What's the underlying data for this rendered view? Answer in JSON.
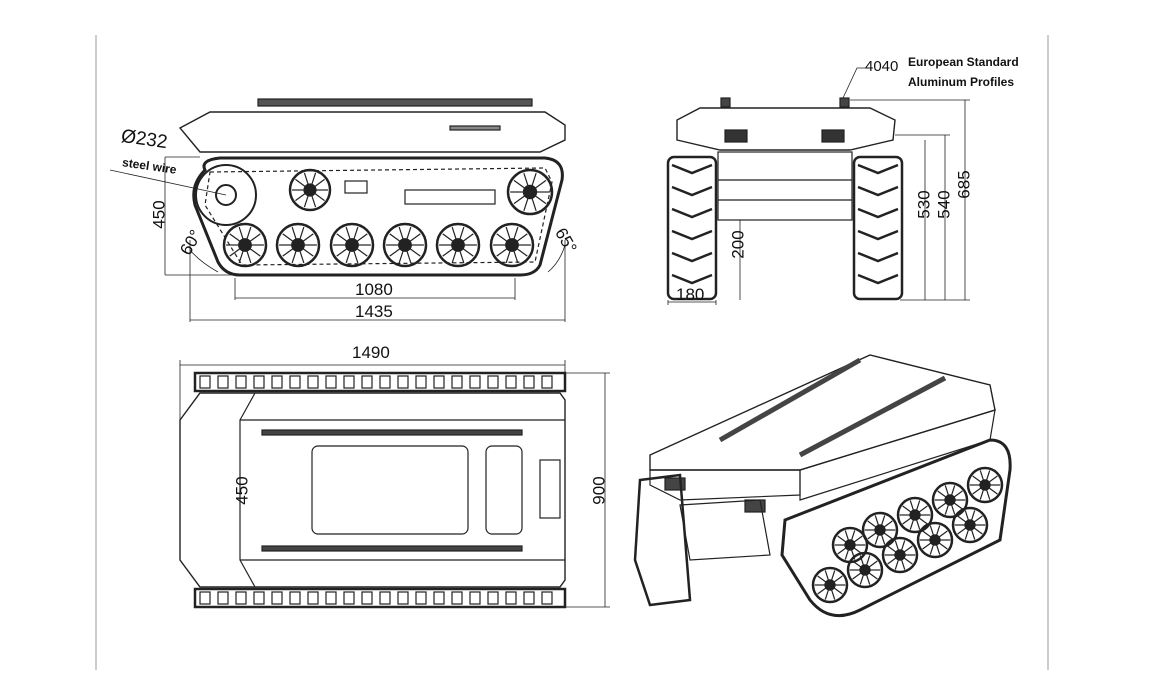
{
  "side_view": {
    "sprocket_diameter": "Ø232",
    "steel_wire_label": "steel wire",
    "track_height": "450",
    "approach_angle": "60°",
    "departure_angle": "65°",
    "ground_contact_length": "1080",
    "overall_track_length": "1435"
  },
  "front_view": {
    "profile_code": "4040",
    "profile_line1": "European Standard",
    "profile_line2": "Aluminum Profiles",
    "overall_height": "685",
    "height_540": "540",
    "height_530": "530",
    "ground_clearance": "200",
    "track_width": "180"
  },
  "top_view": {
    "overall_length": "1490",
    "inner_width": "450",
    "overall_width": "900"
  },
  "colors": {
    "line": "#222222",
    "background": "#ffffff"
  }
}
